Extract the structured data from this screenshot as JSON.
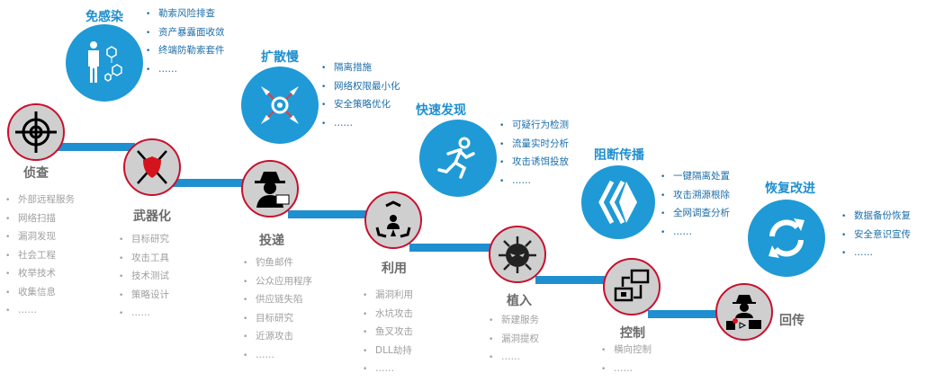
{
  "attack_stages": [
    {
      "label": "侦查",
      "items": [
        "外部远程服务",
        "网络扫描",
        "漏洞发现",
        "社会工程",
        "枚举技术",
        "收集信息",
        "……"
      ]
    },
    {
      "label": "武器化",
      "items": [
        "目标研究",
        "攻击工具",
        "技术测试",
        "策略设计",
        "……"
      ]
    },
    {
      "label": "投递",
      "items": [
        "钓鱼邮件",
        "公众应用程序",
        "供应链失陷",
        "目标研究",
        "近源攻击",
        "……"
      ]
    },
    {
      "label": "利用",
      "items": [
        "漏洞利用",
        "水坑攻击",
        "鱼叉攻击",
        "DLL劫持",
        "……"
      ]
    },
    {
      "label": "植入",
      "items": [
        "新建服务",
        "漏洞提权",
        "……"
      ]
    },
    {
      "label": "控制",
      "items": [
        "横向控制",
        "……"
      ]
    },
    {
      "label": "回传",
      "items": []
    }
  ],
  "defense_stages": [
    {
      "title": "免感染",
      "items": [
        "勒索风险排查",
        "资产暴露面收敛",
        "终端防勒索套件",
        "……"
      ]
    },
    {
      "title": "扩散慢",
      "items": [
        "隔离措施",
        "网络权限最小化",
        "安全策略优化",
        "……"
      ]
    },
    {
      "title": "快速发现",
      "items": [
        "可疑行为检测",
        "流量实时分析",
        "攻击诱饵投放",
        "……"
      ]
    },
    {
      "title": "阻断传播",
      "items": [
        "一键隔离处置",
        "攻击溯源根除",
        "全网调查分析",
        "……"
      ]
    },
    {
      "title": "恢复改进",
      "items": [
        "数据备份恢复",
        "安全意识宣传",
        "……"
      ]
    }
  ],
  "colors": {
    "accent": "#1f8fd0",
    "attack_border": "#c8102e",
    "attack_fill": "#cfcfcf"
  }
}
